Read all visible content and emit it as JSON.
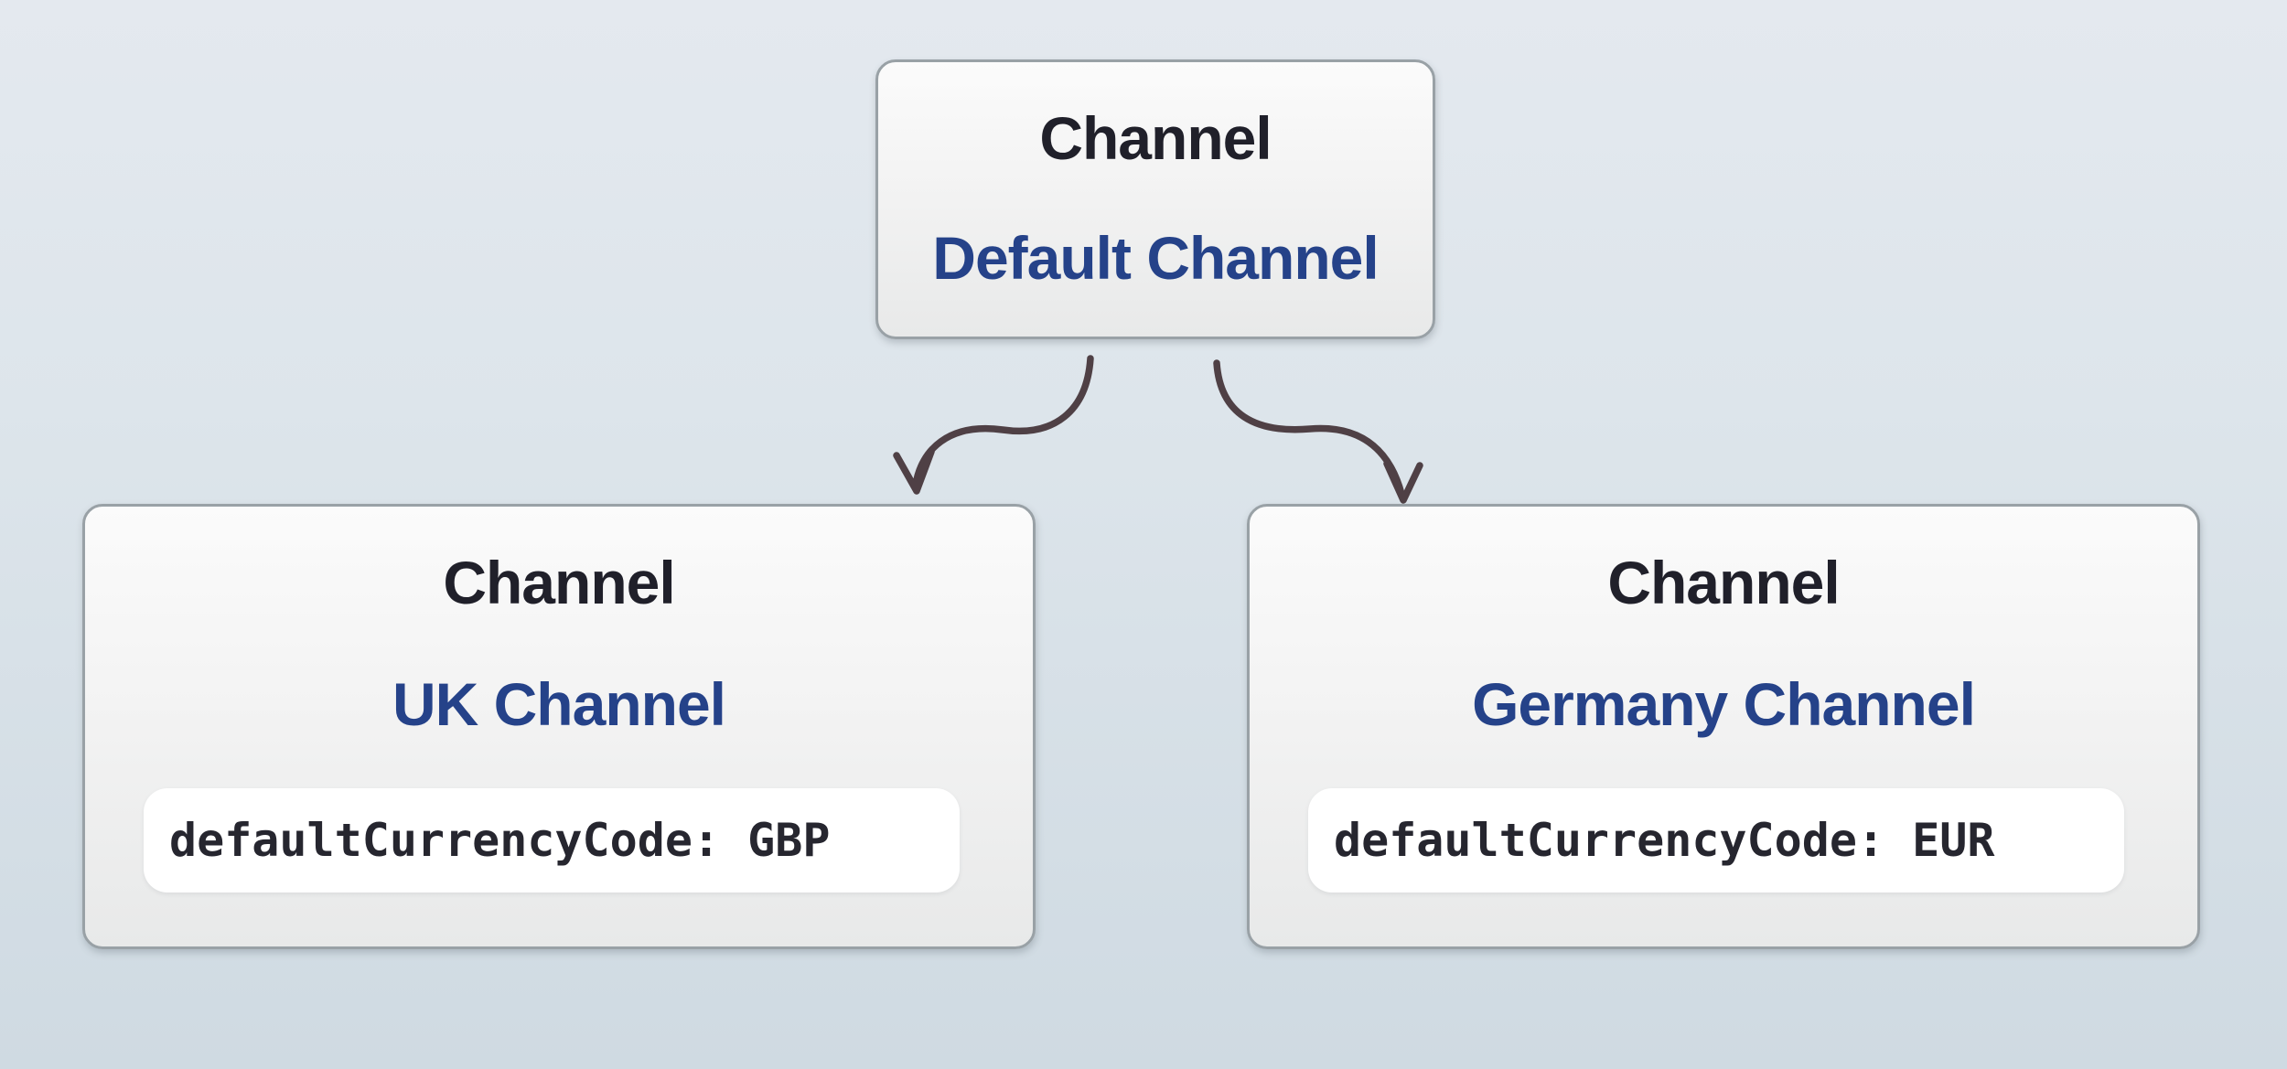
{
  "diagram": {
    "nodes": {
      "parent": {
        "type_label": "Channel",
        "name": "Default Channel"
      },
      "uk": {
        "type_label": "Channel",
        "name": "UK Channel",
        "code": "defaultCurrencyCode: GBP"
      },
      "germany": {
        "type_label": "Channel",
        "name": "Germany Channel",
        "code": "defaultCurrencyCode: EUR"
      }
    },
    "edges": [
      {
        "from": "Default Channel",
        "to": "UK Channel"
      },
      {
        "from": "Default Channel",
        "to": "Germany Channel"
      }
    ],
    "colors": {
      "background_top": "#e4e9ef",
      "background_bottom": "#cfdae2",
      "node_border": "#99a1a6",
      "node_fill_top": "#fbfbfb",
      "node_fill_bottom": "#e8e9e9",
      "type_text": "#20202a",
      "name_text": "#254289",
      "code_text": "#26262f",
      "code_pill_background": "#ffffff",
      "arrow": "#4f4045"
    }
  }
}
